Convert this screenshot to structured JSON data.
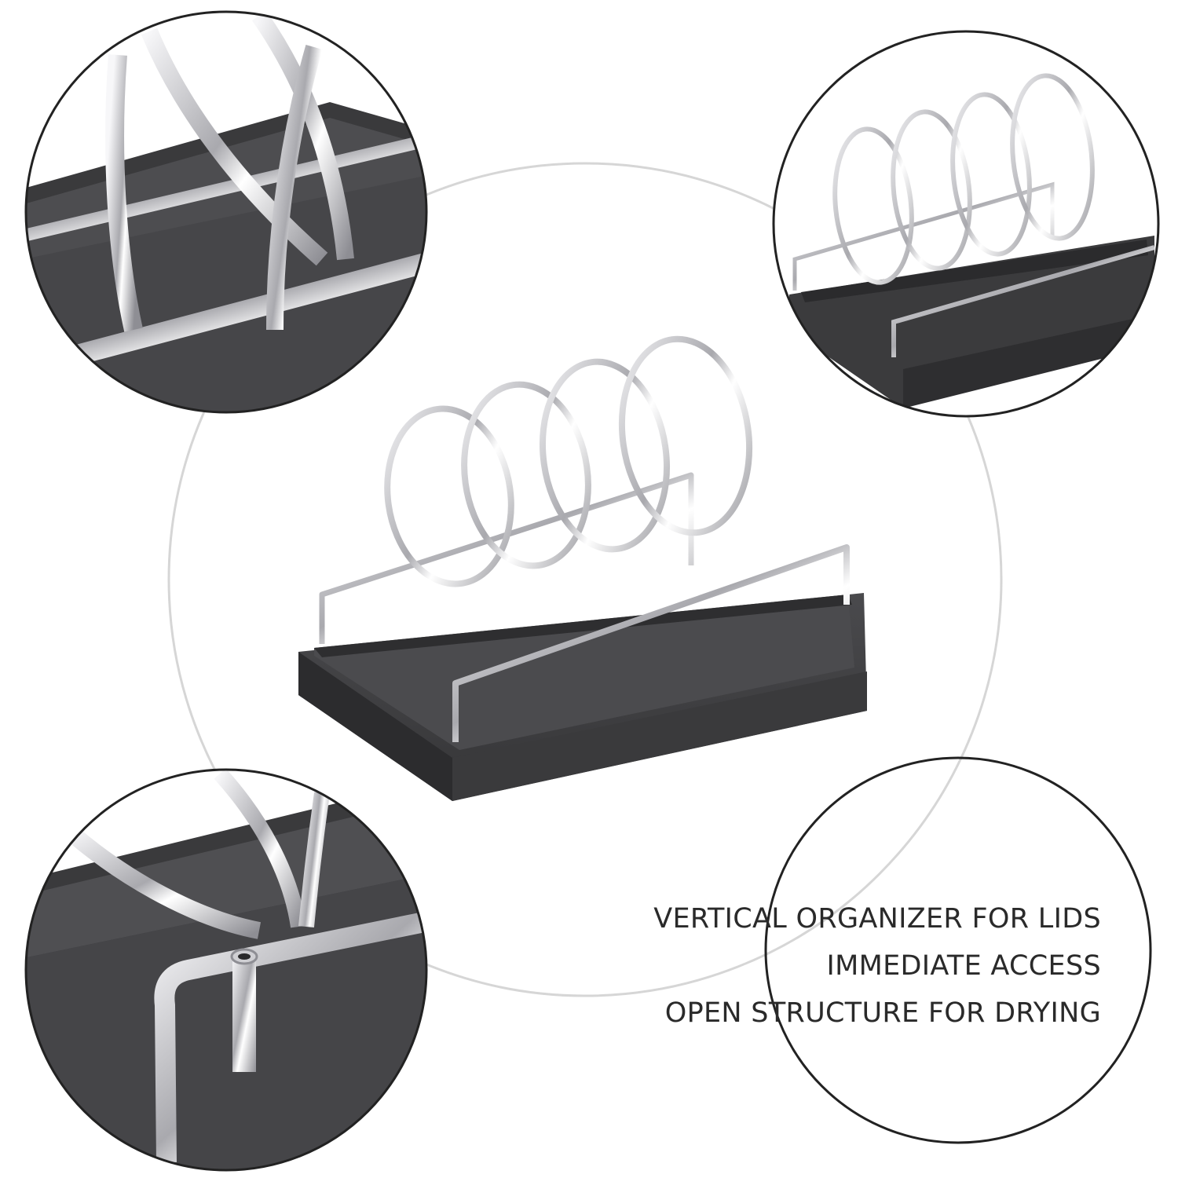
{
  "product": {
    "features": [
      "VERTICAL ORGANIZER FOR LIDS",
      "IMMEDIATE ACCESS",
      "OPEN STRUCTURE FOR DRYING"
    ]
  },
  "colors": {
    "tray": "#3d3d3f",
    "tray_shadow": "#2a2a2c",
    "chrome": "#cfcfd3",
    "circle_outline": "#222222",
    "guide_circle": "#d6d6d6",
    "text": "#2a2a2a"
  },
  "icons": {
    "product": "lid-rack-photo",
    "detail_1": "ring-joint-closeup",
    "detail_2": "rack-side-view",
    "detail_3": "tube-post-closeup"
  }
}
